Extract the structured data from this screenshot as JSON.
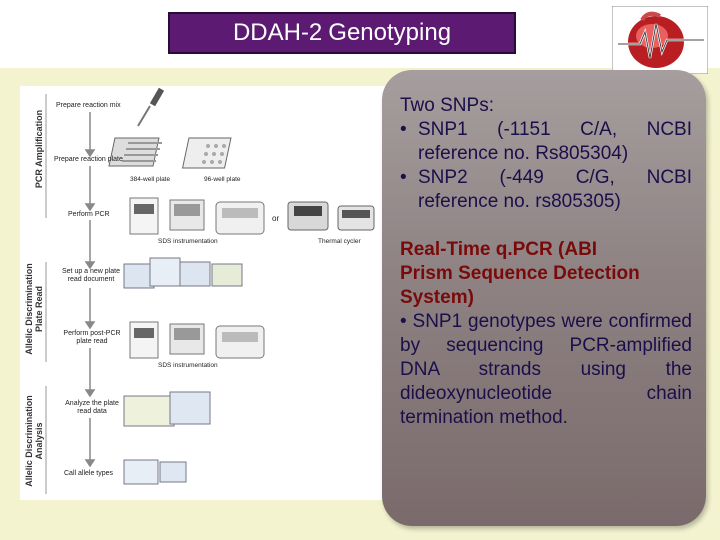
{
  "title": {
    "part1": "DDAH-2",
    "part2": "Genotyping"
  },
  "workflow": {
    "stages": [
      "PCR Amplification",
      "Allelic Discrimination Plate Read",
      "Allelic Discrimination Analysis"
    ],
    "steps": [
      "Prepare reaction mix",
      "Prepare reaction plate",
      "Perform PCR",
      "Set up a new plate read document",
      "Perform post-PCR plate read",
      "Analyze the plate read data",
      "Call allele types"
    ],
    "labels": {
      "plate384": "384-well plate",
      "plate96": "96-well plate",
      "sds1": "SDS instrumentation",
      "or": "or",
      "cycler": "Thermal cycler",
      "sds2": "SDS instrumentation"
    }
  },
  "panel": {
    "snps_heading": "Two SNPs:",
    "snps": [
      "SNP1 (-1151 C/A, NCBI reference no. Rs805304)",
      "SNP2 (-449 C/G, NCBI reference no. rs805305)"
    ],
    "method_heading": "Real-Time q.PCR (ABI Prism Sequence Detection System)",
    "method_bullet": "SNP1 genotypes were confirmed by sequencing PCR-amplified DNA strands using the dideoxynucleotide chain termination method.",
    "bullet_mark": "•"
  },
  "colors": {
    "title_bg": "#5c1a72",
    "background": "#f3f3cf",
    "panel": "#8e8283",
    "heading_red": "#7a0a0a",
    "text_dark": "#1a0f4a"
  }
}
